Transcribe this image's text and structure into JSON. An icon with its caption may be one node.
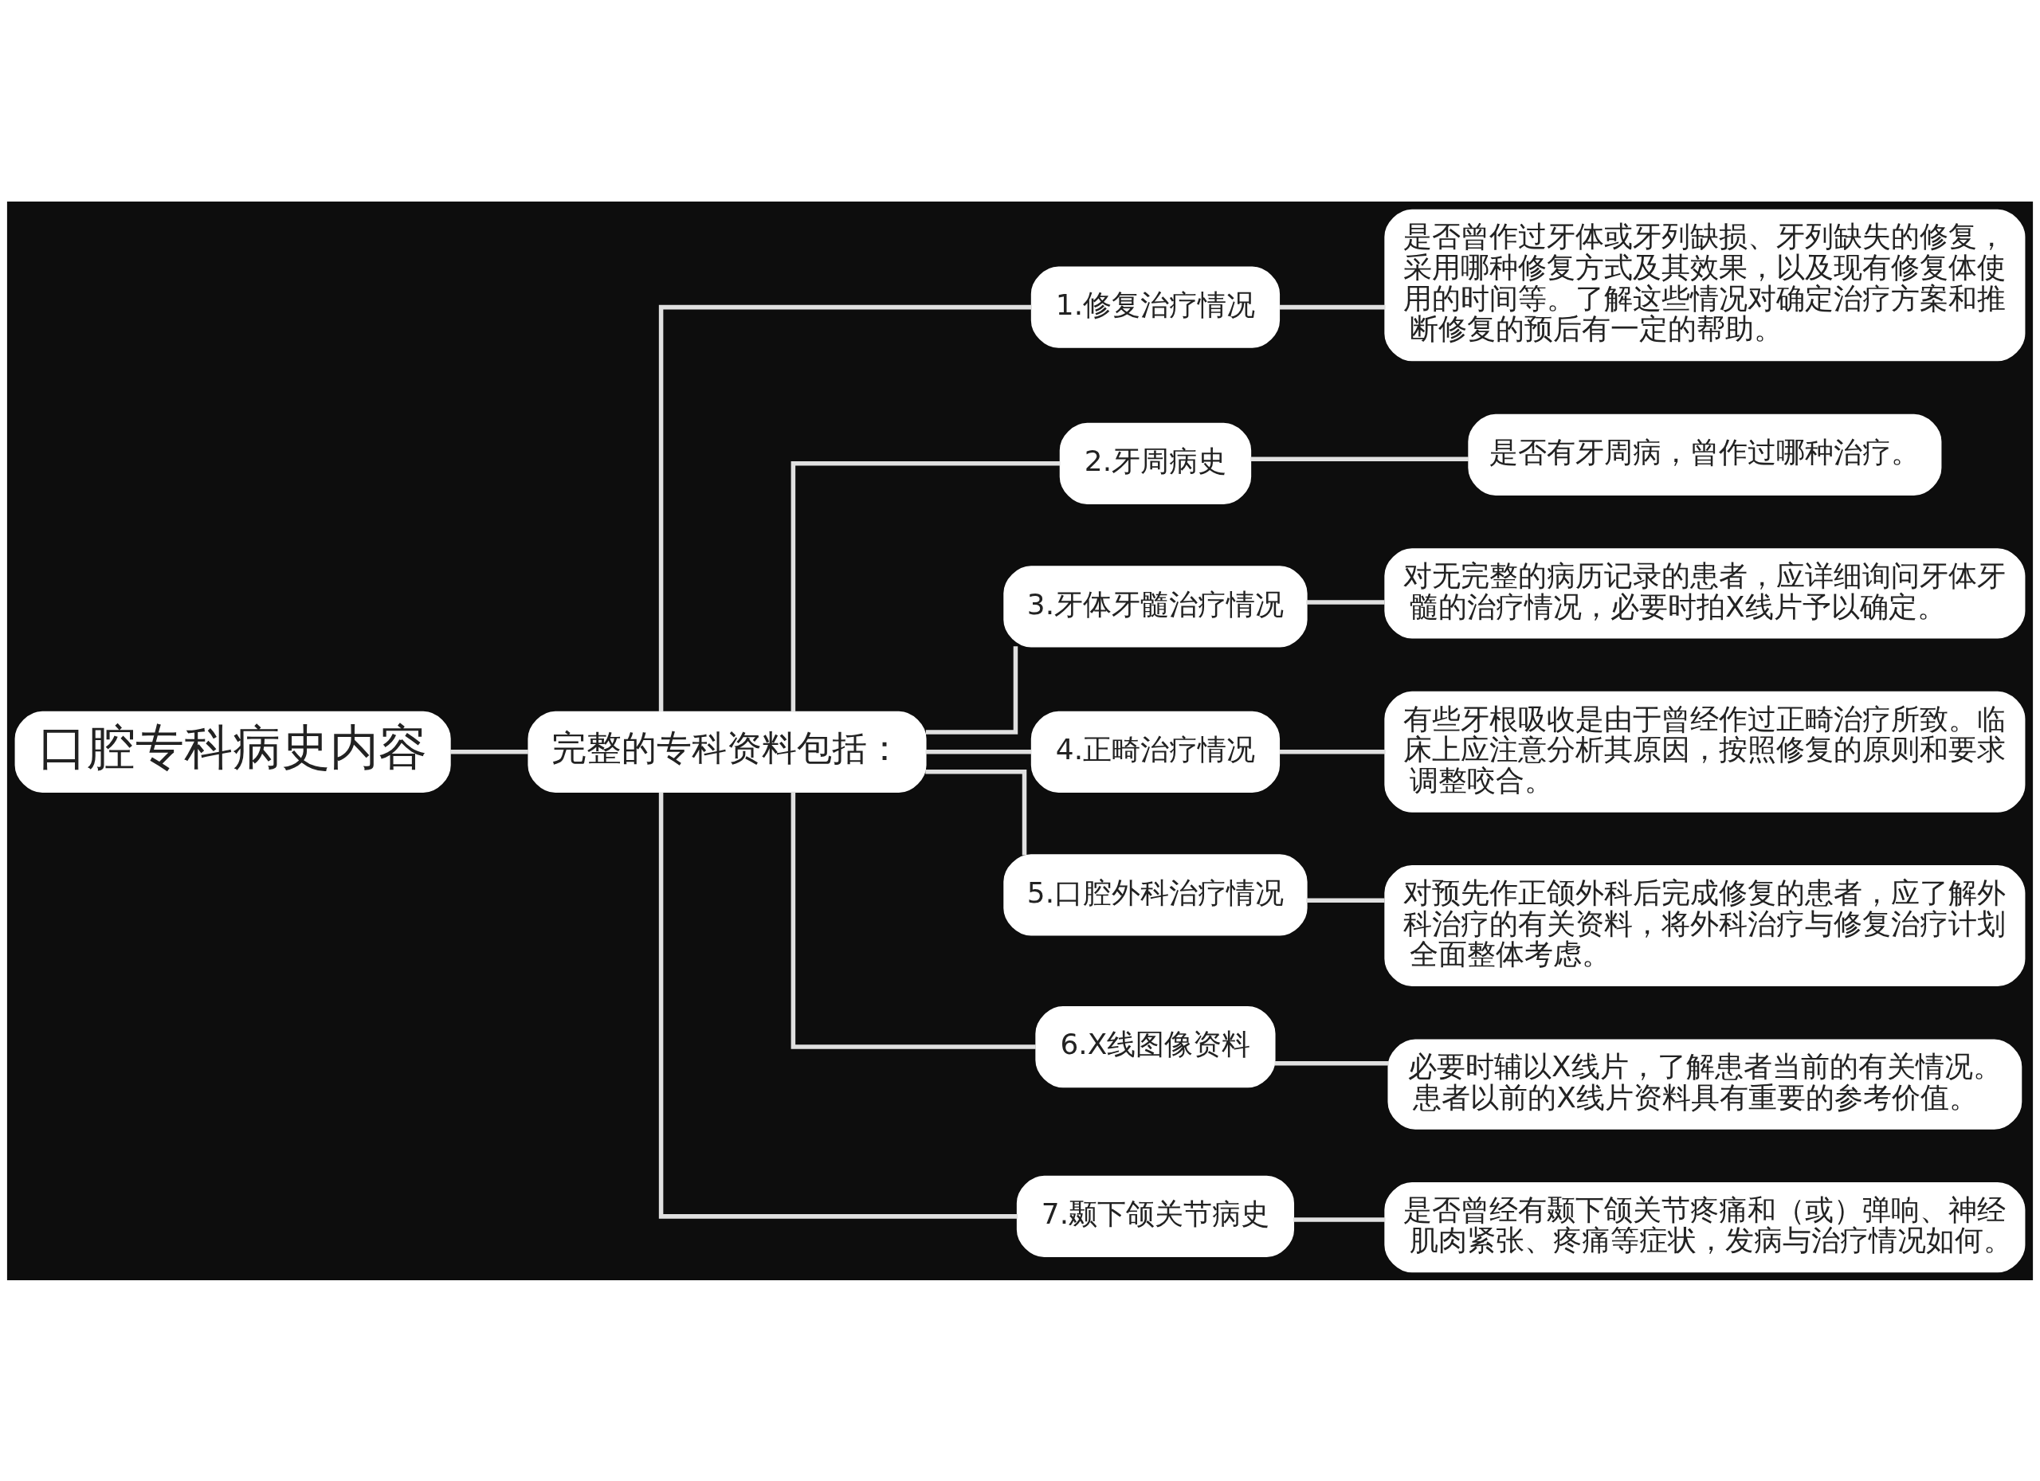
{
  "diagram": {
    "nodes": [
      {
        "text": [
          "口腔专科病史内容"
        ]
      },
      {
        "text": [
          "完整的专科资料包括："
        ]
      },
      {
        "text": [
          "1.修复治疗情况"
        ]
      },
      {
        "text": [
          "2.牙周病史"
        ]
      },
      {
        "text": [
          "3.牙体牙髓治疗情况"
        ]
      },
      {
        "text": [
          "4.正畸治疗情况"
        ]
      },
      {
        "text": [
          "5.口腔外科治疗情况"
        ]
      },
      {
        "text": [
          "6.X线图像资料"
        ]
      },
      {
        "text": [
          "7.颞下颌关节病史"
        ]
      },
      {
        "text": [
          "是否曾作过牙体或牙列缺损、牙列缺失的修复，采用哪种修复方式及其效果，以及现有修复体使用的时间等。了解这些情况对确定治疗方案和推断修复的预后有一定的帮助。"
        ]
      },
      {
        "text": [
          "是否有牙周病，曾作过哪种治疗。"
        ]
      },
      {
        "text": [
          "对无完整的病历记录的患者，应详细询问牙体牙髓的治疗情况，必要时拍X线片予以确定。"
        ]
      },
      {
        "text": [
          "有些牙根吸收是由于曾经作过正畸治疗所致。临床上应注意分析其原因，按照修复的原则和要求调整咬合。"
        ]
      },
      {
        "text": [
          "对预先作正颌外科后完成修复的患者，应了解外科治疗的有关资料，将外科治疗与修复治疗计划全面整体考虑。"
        ]
      },
      {
        "text": [
          "必要时辅以X线片，了解患者当前的有关情况。患者以前的X线片资料具有重要的参考价值。"
        ]
      },
      {
        "text": [
          "是否曾经有颞下颌关节疼痛和（或）弹响、神经肌肉紧张、疼痛等症状，发病与治疗情况如何。"
        ]
      }
    ],
    "edges": [
      {
        "from": 0,
        "to": 1,
        "arrow": "none"
      },
      {
        "from": 1,
        "to": 2,
        "arrow": "none"
      },
      {
        "from": 1,
        "to": 3,
        "arrow": "none"
      },
      {
        "from": 1,
        "to": 4,
        "arrow": "none"
      },
      {
        "from": 1,
        "to": 5,
        "arrow": "none"
      },
      {
        "from": 1,
        "to": 6,
        "arrow": "none"
      },
      {
        "from": 1,
        "to": 7,
        "arrow": "none"
      },
      {
        "from": 1,
        "to": 8,
        "arrow": "none"
      },
      {
        "from": 2,
        "to": 9,
        "arrow": "none"
      },
      {
        "from": 3,
        "to": 10,
        "arrow": "none"
      },
      {
        "from": 4,
        "to": 11,
        "arrow": "none"
      },
      {
        "from": 5,
        "to": 12,
        "arrow": "none"
      },
      {
        "from": 6,
        "to": 13,
        "arrow": "none"
      },
      {
        "from": 7,
        "to": 14,
        "arrow": "none"
      },
      {
        "from": 8,
        "to": 15,
        "arrow": "none"
      }
    ]
  }
}
